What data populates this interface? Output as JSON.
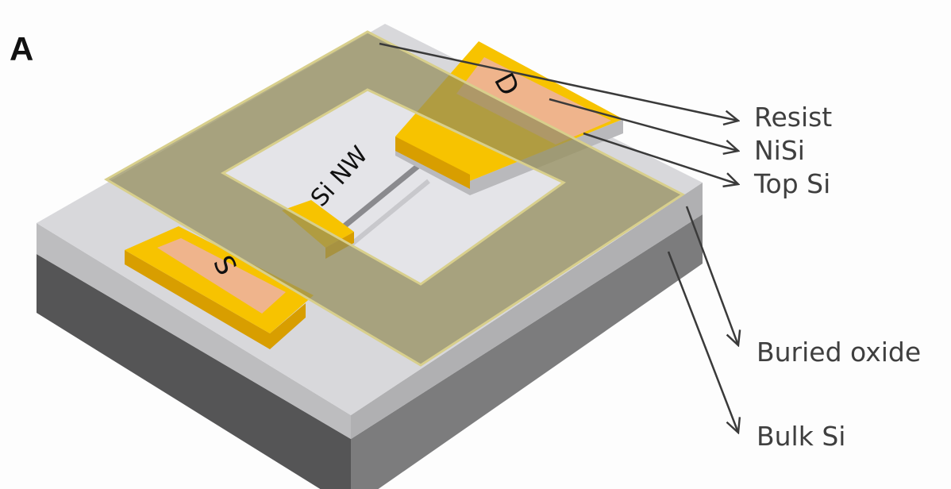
{
  "panel_label": "A",
  "device_labels": {
    "source": "S",
    "drain": "D",
    "nanowire": "Si NW"
  },
  "callouts": [
    {
      "text": "Resist"
    },
    {
      "text": "NiSi"
    },
    {
      "text": "Top Si"
    },
    {
      "text": "Buried oxide"
    },
    {
      "text": "Bulk Si"
    }
  ],
  "colors": {
    "resist": "#9c9568",
    "gold": "#f7c300",
    "nisi": "#efb48c",
    "top_si": "#d9d9dc",
    "buried_oxide": "#c2c2c4",
    "bulk_si": "#5a5a5a"
  }
}
